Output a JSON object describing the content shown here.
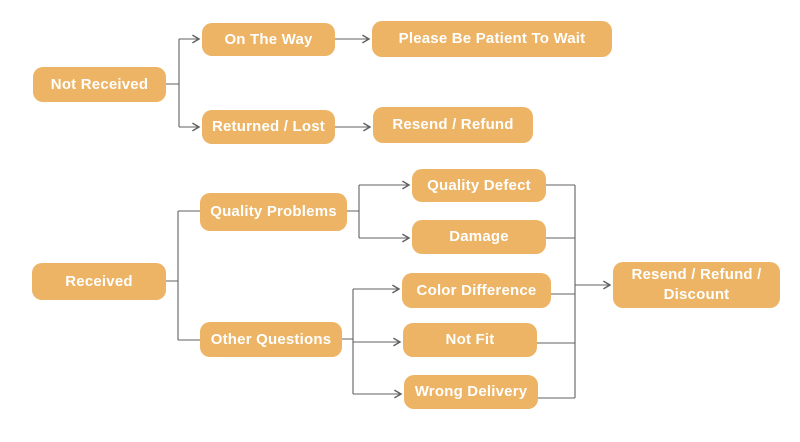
{
  "diagram": {
    "type": "flowchart",
    "topic": "Order issue resolution flow",
    "colors": {
      "background": "#ffffff",
      "node_fill": "#ecb464",
      "node_text": "#ffffff",
      "line": "#616161"
    },
    "nodes": {
      "not_received": {
        "label": "Not Received"
      },
      "on_the_way": {
        "label": "On The Way"
      },
      "please_wait": {
        "label": "Please Be Patient To Wait"
      },
      "returned_lost": {
        "label": "Returned / Lost"
      },
      "resend_refund": {
        "label": "Resend / Refund"
      },
      "received": {
        "label": "Received"
      },
      "quality_problems": {
        "label": "Quality Problems"
      },
      "other_questions": {
        "label": "Other Questions"
      },
      "quality_defect": {
        "label": "Quality Defect"
      },
      "damage": {
        "label": "Damage"
      },
      "color_difference": {
        "label": "Color Difference"
      },
      "not_fit": {
        "label": "Not Fit"
      },
      "wrong_delivery": {
        "label": "Wrong Delivery"
      },
      "resend_refund_discount": {
        "label": "Resend / Refund / Discount"
      }
    },
    "edges": [
      {
        "from": "not_received",
        "to": "on_the_way",
        "arrow": true
      },
      {
        "from": "not_received",
        "to": "returned_lost",
        "arrow": true
      },
      {
        "from": "on_the_way",
        "to": "please_wait",
        "arrow": true
      },
      {
        "from": "returned_lost",
        "to": "resend_refund",
        "arrow": true
      },
      {
        "from": "received",
        "to": "quality_problems",
        "arrow": false
      },
      {
        "from": "received",
        "to": "other_questions",
        "arrow": false
      },
      {
        "from": "quality_problems",
        "to": "quality_defect",
        "arrow": true
      },
      {
        "from": "quality_problems",
        "to": "damage",
        "arrow": true
      },
      {
        "from": "other_questions",
        "to": "color_difference",
        "arrow": true
      },
      {
        "from": "other_questions",
        "to": "not_fit",
        "arrow": true
      },
      {
        "from": "other_questions",
        "to": "wrong_delivery",
        "arrow": true
      },
      {
        "from": "quality_defect",
        "to": "resend_refund_discount",
        "arrow": true
      },
      {
        "from": "damage",
        "to": "resend_refund_discount",
        "arrow": true
      },
      {
        "from": "color_difference",
        "to": "resend_refund_discount",
        "arrow": true
      },
      {
        "from": "not_fit",
        "to": "resend_refund_discount",
        "arrow": true
      },
      {
        "from": "wrong_delivery",
        "to": "resend_refund_discount",
        "arrow": true
      }
    ]
  }
}
